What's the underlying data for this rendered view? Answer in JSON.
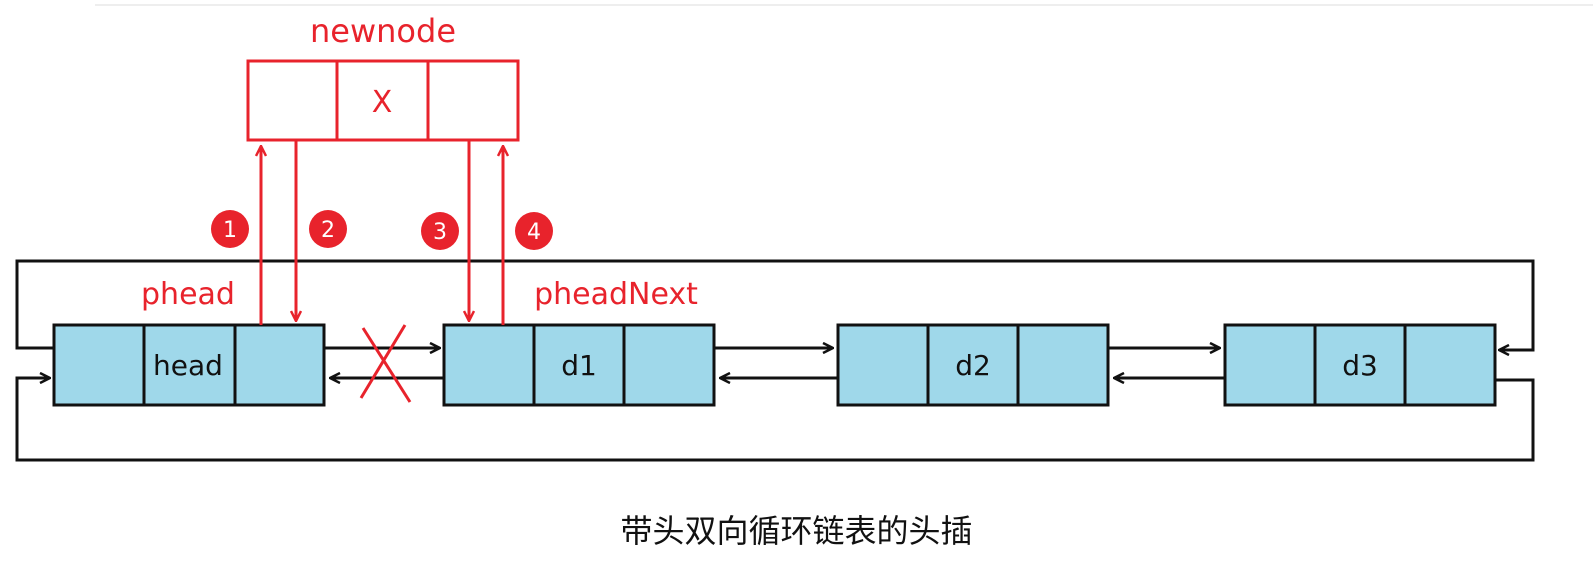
{
  "labels": {
    "newnode": "newnode",
    "phead": "phead",
    "pheadNext": "pheadNext"
  },
  "new_node_value": "X",
  "list_nodes": [
    {
      "value": "head"
    },
    {
      "value": "d1"
    },
    {
      "value": "d2"
    },
    {
      "value": "d3"
    }
  ],
  "steps": [
    "1",
    "2",
    "3",
    "4"
  ],
  "caption": "带头双向循环链表的头插",
  "colors": {
    "node_fill": "#9fd8ea",
    "node_stroke": "#111111",
    "new_node_stroke": "#e8232c",
    "step_fill": "#e8232c",
    "new_links": "#e8232c",
    "old_links": "#111111"
  }
}
